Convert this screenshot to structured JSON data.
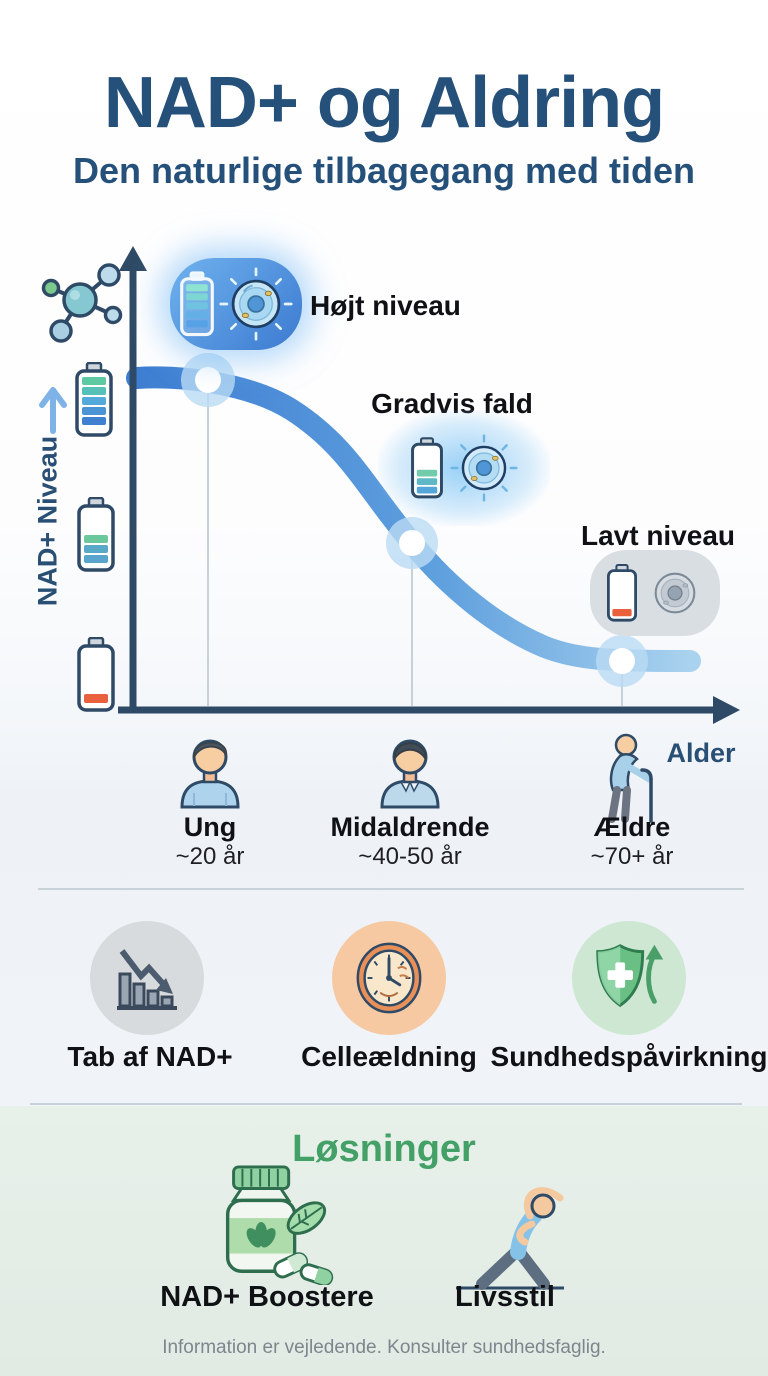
{
  "header": {
    "title": "NAD+ og Aldring",
    "subtitle": "Den naturlige tilbagegang med tiden"
  },
  "chart": {
    "y_axis_label": "NAD+ Niveau",
    "x_axis_label": "Alder",
    "stages": [
      {
        "label": "Højt niveau",
        "icon": "full-battery-and-healthy-cell"
      },
      {
        "label": "Gradvis fald",
        "icon": "half-battery-and-cell"
      },
      {
        "label": "Lavt niveau",
        "icon": "empty-battery-and-aged-cell"
      }
    ]
  },
  "chart_data": {
    "type": "line",
    "x": [
      "~20 år",
      "~40-50 år",
      "~70+ år"
    ],
    "series": [
      {
        "name": "NAD+ niveau (relativt)",
        "values": [
          100,
          55,
          15
        ]
      }
    ],
    "title": "NAD+ og Aldring",
    "xlabel": "Alder",
    "ylabel": "NAD+ Niveau",
    "annotations": [
      "Højt niveau",
      "Gradvis fald",
      "Lavt niveau"
    ],
    "legend": false,
    "grid": "vertical-droplines-at-markers"
  },
  "age_groups": [
    {
      "name": "Ung",
      "age": "~20 år",
      "icon": "young-person"
    },
    {
      "name": "Midaldrende",
      "age": "~40-50 år",
      "icon": "middle-aged-person"
    },
    {
      "name": "Ældre",
      "age": "~70+ år",
      "icon": "elderly-person-with-cane"
    }
  ],
  "effects": [
    {
      "label": "Tab af NAD+",
      "icon": "declining-bar-chart"
    },
    {
      "label": "Celleældning",
      "icon": "clock"
    },
    {
      "label": "Sundhedspåvirkning",
      "icon": "shield-with-cross-and-up-arrow"
    }
  ],
  "solutions": {
    "title": "Løsninger",
    "items": [
      {
        "label": "NAD+ Boostere",
        "icon": "supplement-bottle-with-capsules"
      },
      {
        "label": "Livsstil",
        "icon": "stretching-person"
      }
    ]
  },
  "footer": {
    "disclaimer": "Information er vejledende. Konsulter sundhedsfaglig."
  },
  "colors": {
    "title_navy": "#24507a",
    "axis_navy": "#2e4a66",
    "curve_blue_start": "#3e7ed2",
    "curve_blue_end": "#a9d2ee",
    "badge_blue": "#4a92dd",
    "badge_gray": "#d9dee3",
    "battery_green": "#5dc9a2",
    "battery_blue": "#4a94d6",
    "battery_low_red": "#e8603c",
    "solutions_green": "#43a066",
    "solutions_bg": "#e4eee6",
    "effect_circle_gray": "#d8dbde",
    "effect_circle_orange": "#f6c9a2",
    "effect_circle_green": "#cde7d2",
    "divider": "#c9d1d9",
    "footer_gray": "#7d868d"
  }
}
